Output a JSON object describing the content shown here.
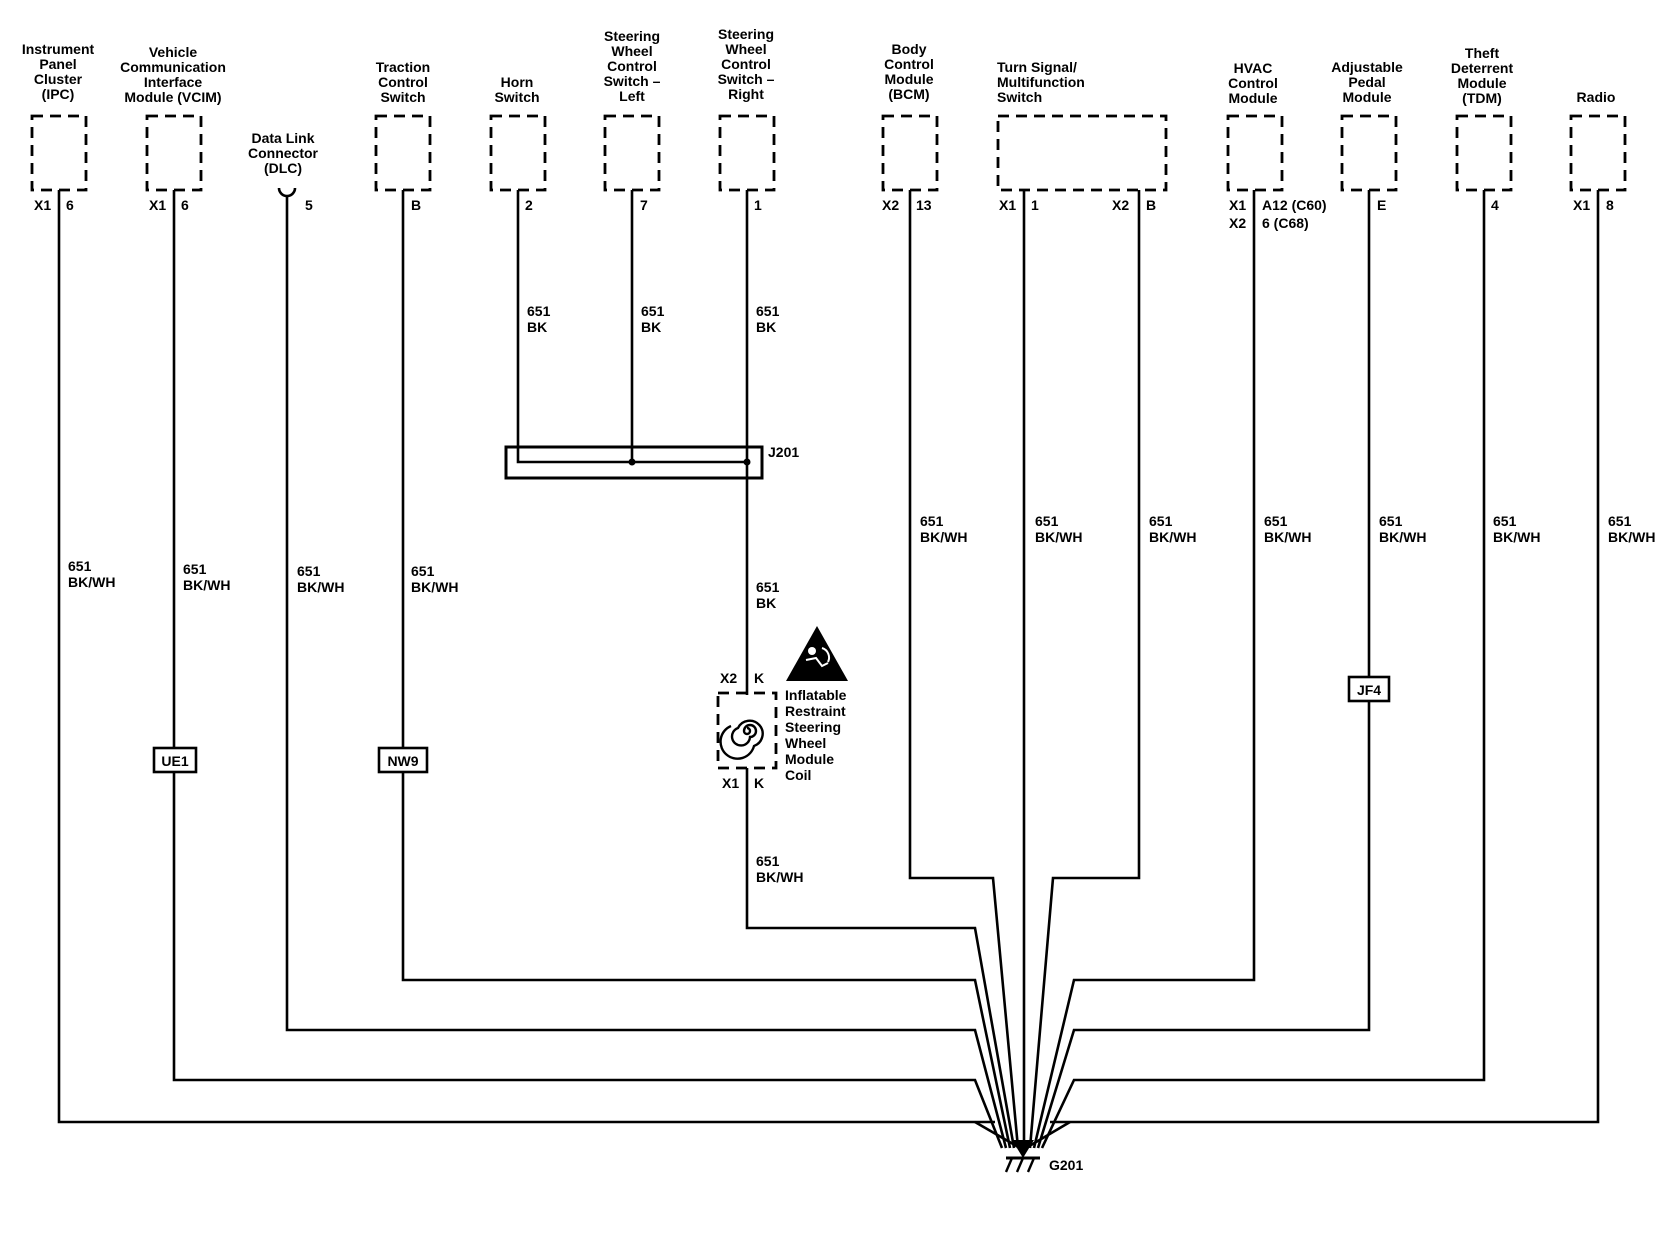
{
  "diagram": {
    "wire_circuit": "651",
    "wire_color_main": "BK/WH",
    "wire_color_splice": "BK",
    "ground": "G201",
    "splice": "J201",
    "components": [
      {
        "id": "ipc",
        "lines": [
          "Instrument",
          "Panel",
          "Cluster",
          "(IPC)"
        ],
        "conn": "X1",
        "pin": "6",
        "inline": ""
      },
      {
        "id": "vcim",
        "lines": [
          "Vehicle",
          "Communication",
          "Interface",
          "Module (VCIM)"
        ],
        "conn": "X1",
        "pin": "6",
        "inline": "UE1"
      },
      {
        "id": "dlc",
        "lines": [
          "Data Link",
          "Connector",
          "(DLC)"
        ],
        "conn": "",
        "pin": "5",
        "inline": ""
      },
      {
        "id": "traction",
        "lines": [
          "Traction",
          "Control",
          "Switch"
        ],
        "conn": "",
        "pin": "B",
        "inline": "NW9"
      },
      {
        "id": "horn",
        "lines": [
          "Horn",
          "Switch"
        ],
        "conn": "",
        "pin": "2",
        "inline": ""
      },
      {
        "id": "swc-left",
        "lines": [
          "Steering",
          "Wheel",
          "Control",
          "Switch –",
          "Left"
        ],
        "conn": "",
        "pin": "7",
        "inline": ""
      },
      {
        "id": "swc-right",
        "lines": [
          "Steering",
          "Wheel",
          "Control",
          "Switch –",
          "Right"
        ],
        "conn": "",
        "pin": "1",
        "inline": ""
      },
      {
        "id": "bcm",
        "lines": [
          "Body",
          "Control",
          "Module",
          "(BCM)"
        ],
        "conn": "X2",
        "pin": "13",
        "inline": ""
      },
      {
        "id": "turn-signal",
        "lines": [
          "Turn Signal/",
          "Multifunction",
          "Switch"
        ],
        "conn": "X1",
        "pin": "1",
        "conn2": "X2",
        "pin2": "B",
        "inline": ""
      },
      {
        "id": "hvac",
        "lines": [
          "HVAC",
          "Control",
          "Module"
        ],
        "conn": "X1",
        "pin": "A12 (C60)",
        "conn2": "X2",
        "pin2": "6 (C68)",
        "inline": ""
      },
      {
        "id": "pedal",
        "lines": [
          "Adjustable",
          "Pedal",
          "Module"
        ],
        "conn": "",
        "pin": "E",
        "inline": "JF4"
      },
      {
        "id": "tdm",
        "lines": [
          "Theft",
          "Deterrent",
          "Module",
          "(TDM)"
        ],
        "conn": "",
        "pin": "4",
        "inline": ""
      },
      {
        "id": "radio",
        "lines": [
          "Radio"
        ],
        "conn": "X1",
        "pin": "8",
        "inline": ""
      }
    ],
    "coil": {
      "lines": [
        "Inflatable",
        "Restraint",
        "Steering",
        "Wheel",
        "Module",
        "Coil"
      ],
      "top_conn": "X2",
      "top_pin": "K",
      "bottom_conn": "X1",
      "bottom_pin": "K"
    }
  }
}
